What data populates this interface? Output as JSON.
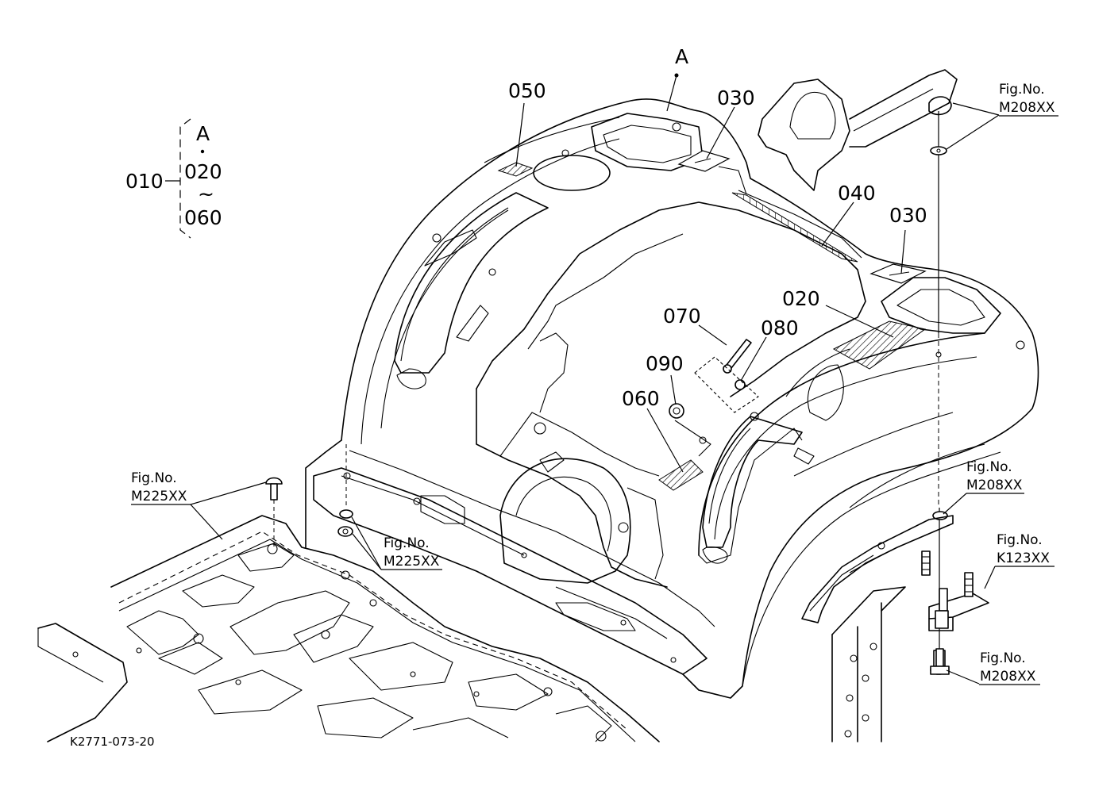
{
  "diagram": {
    "drawing_code": "K2771-073-20",
    "group": {
      "label": "010",
      "view_letter": "A",
      "range_start": "020",
      "range_sep": "~",
      "range_end": "060"
    },
    "view_marker": "A",
    "parts": {
      "p020": "020",
      "p030_top": "030",
      "p030_right": "030",
      "p040": "040",
      "p050": "050",
      "p060": "060",
      "p070": "070",
      "p080": "080",
      "p090": "090"
    },
    "fig_refs": {
      "fig_no_label": "Fig.No.",
      "m208_top": "M208XX",
      "m208_mid": "M208XX",
      "m208_bottom": "M208XX",
      "k123": "K123XX",
      "m225_left": "M225XX",
      "m225_mid": "M225XX"
    }
  }
}
